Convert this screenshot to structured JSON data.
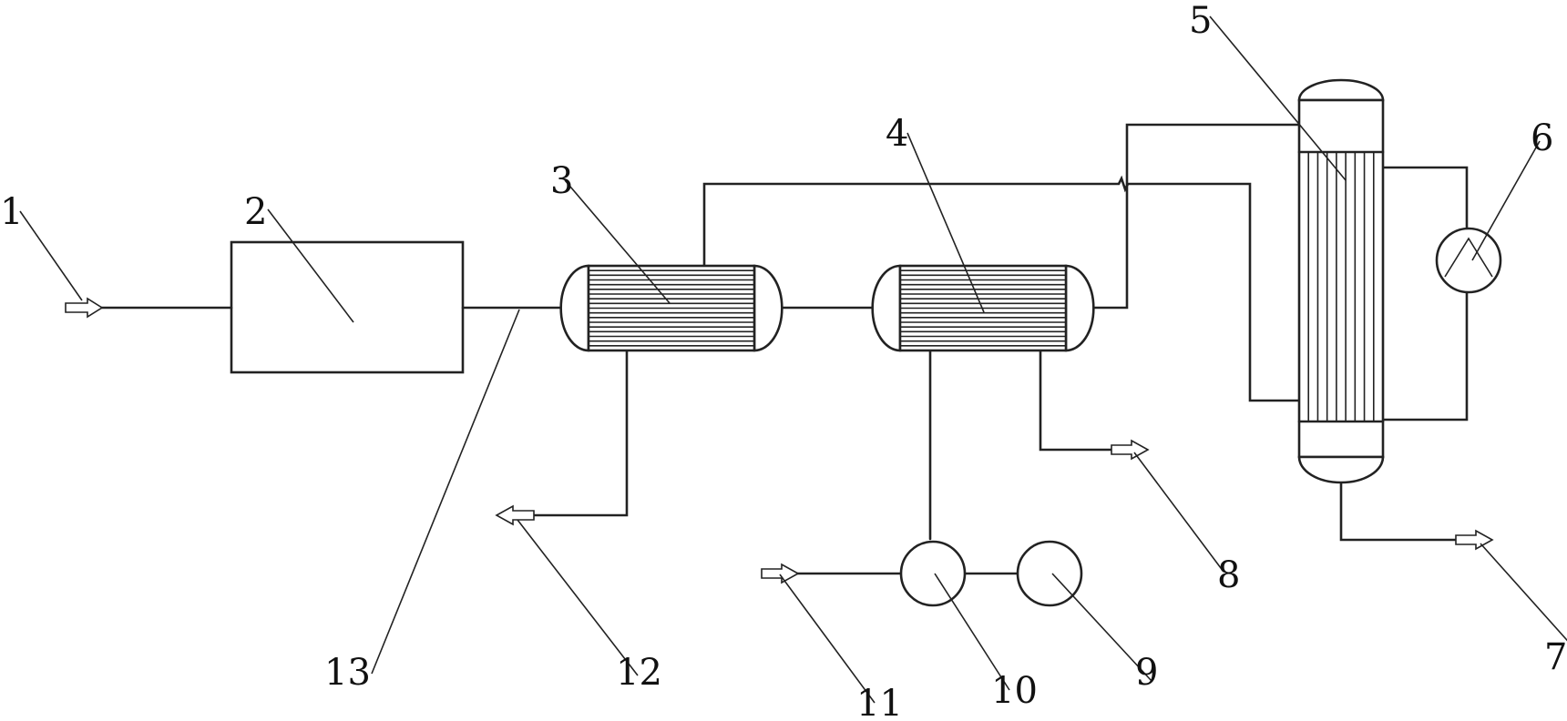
{
  "labels": {
    "n1": "1",
    "n2": "2",
    "n3": "3",
    "n4": "4",
    "n5": "5",
    "n6": "6",
    "n7": "7",
    "n8": "8",
    "n9": "9",
    "n10": "10",
    "n11": "11",
    "n12": "12",
    "n13": "13"
  },
  "colors": {
    "line": "#222222",
    "background": "#ffffff"
  },
  "flow_arrow_icon": "hollow-arrow-icon"
}
